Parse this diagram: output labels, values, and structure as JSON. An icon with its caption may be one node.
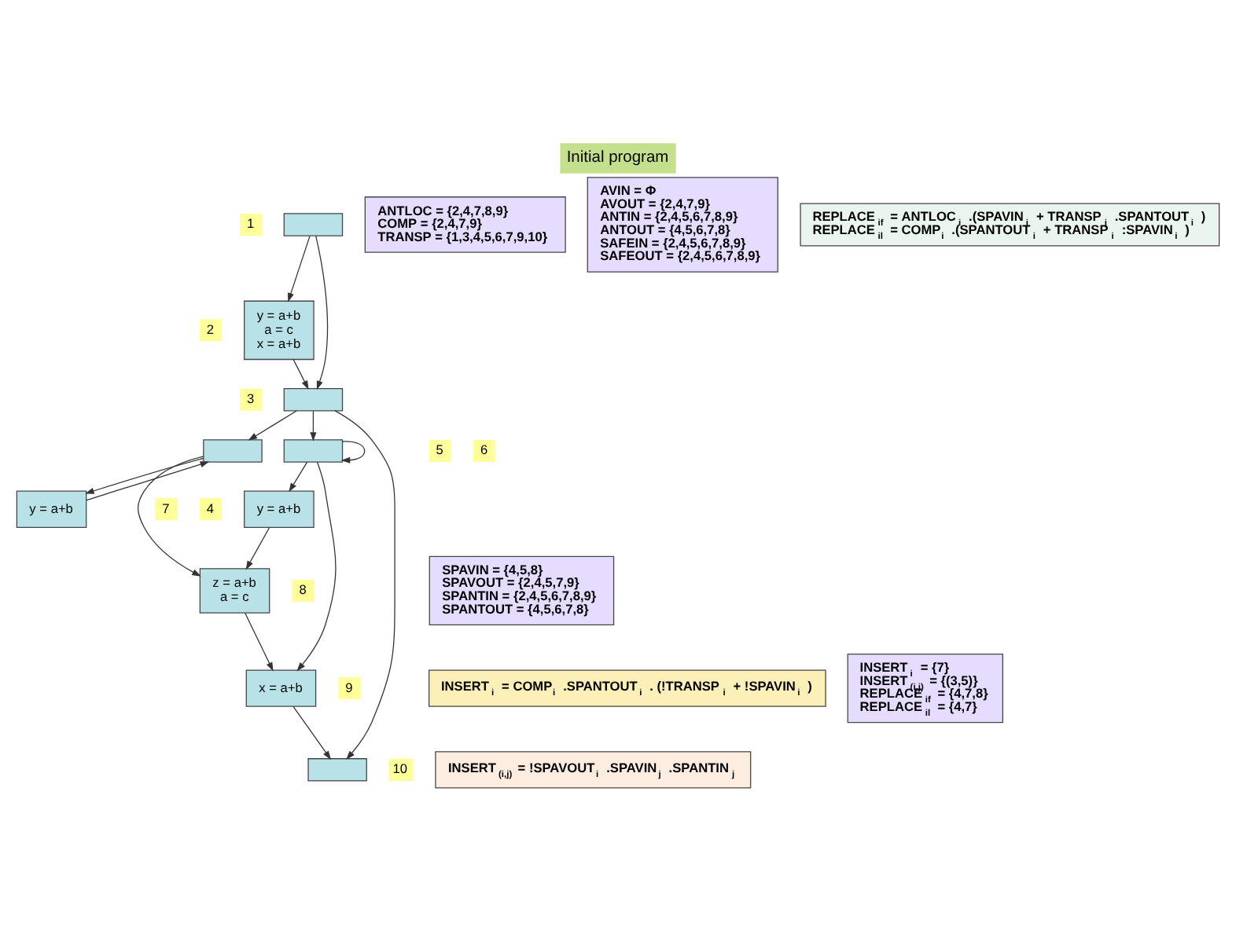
{
  "diagram": {
    "title": "Initial program",
    "nodes": [
      {
        "text": [],
        "shape": "box"
      },
      {
        "text": [
          "ANTLOC = {2,4,7,8,9}",
          "COMP = {2,4,7,9}",
          "TRANSP = {1,3,4,5,6,7,9,10}"
        ]
      },
      {
        "text": [
          "y = a+b",
          "a = c",
          "x = a+b"
        ]
      },
      {
        "text": [
          "AVIN = Φ",
          "AVOUT = {2,4,7,9}",
          "ANTIN = {2,4,5,6,7,8,9}",
          "ANTOUT = {4,5,6,7,8}",
          "SAFEIN = {2,4,5,6,7,8,9}",
          "SAFEOUT = {2,4,5,6,7,8,9}"
        ]
      },
      {
        "text": [
          "REPLACE$_{if}$ = ANTLOC$_{i}$ .(SPAVIN$_{i}$ + TRANSP$_{i}$ .SPANTOUT$_{i}$ )",
          "REPLACE$_{il}$ = COMP$_{i}$ .(SPANTOUT$_{i}$ + TRANSP$_{i}$ :SPAVIN$_{i}$ )"
        ]
      },
      {
        "text": [],
        "shape": "box"
      },
      {
        "text": [],
        "shape": "box"
      },
      {
        "text": [
          "y = a+b"
        ]
      },
      {
        "text": [],
        "shape": "box"
      },
      {
        "text": [
          "y = a+b"
        ]
      },
      {
        "text": [
          "SPAVIN = {4,5,8}",
          "SPAVOUT = {2,4,5,7,9}",
          "SPANTIN = {2,4,5,6,7,8,9}",
          "SPANTOUT = {4,5,6,7,8}"
        ]
      },
      {
        "text": [
          "z = a+b",
          "a = c"
        ]
      },
      {
        "text": [
          "INSERT$_{i}$ = COMP$_{i}$ .SPANTOUT$_{i}$ . (!TRANSP$_{i}$ + !SPAVIN$_{i}$ )"
        ]
      },
      {
        "text": [
          "x = a+b"
        ]
      },
      {
        "text": [
          "INSERT$_{i}$ = {7}",
          "INSERT$_{(i,j)}$ = {(3,5)}",
          "REPLACE$_{if}$ = {4,7,8}",
          "REPLACE$_{il}$ = {4,7}"
        ]
      },
      {
        "text": [
          "INSERT$_{(i,j)}$ = !SPAVOUT$_{i}$ .SPAVIN$_{j}$ .SPANTIN$_{j}$"
        ]
      },
      {
        "text": [],
        "shape": "box"
      }
    ],
    "edges": [
      {
        "from": 0,
        "to": 2,
        "arrow": "to"
      },
      {
        "from": 0,
        "to": 5,
        "arrow": "to"
      },
      {
        "from": 2,
        "to": 5,
        "arrow": "to"
      },
      {
        "from": 5,
        "to": 8,
        "arrow": "to"
      },
      {
        "from": 5,
        "to": 6,
        "arrow": "to"
      },
      {
        "from": 5,
        "to": 16,
        "arrow": "to"
      },
      {
        "from": 6,
        "to": 6,
        "arrow": "to"
      },
      {
        "from": 6,
        "to": 9,
        "arrow": "to"
      },
      {
        "from": 6,
        "to": 13,
        "arrow": "to"
      },
      {
        "from": 7,
        "to": 8,
        "arrow": "to"
      },
      {
        "from": 8,
        "to": 7,
        "arrow": "to"
      },
      {
        "from": 8,
        "to": 11,
        "arrow": "to"
      },
      {
        "from": 9,
        "to": 11,
        "arrow": "to"
      },
      {
        "from": 11,
        "to": 13,
        "arrow": "to"
      },
      {
        "from": 13,
        "to": 16,
        "arrow": "to"
      }
    ],
    "labels": [
      "1",
      "2",
      "3",
      "6",
      "4",
      "5",
      "7",
      "8",
      "9",
      "10"
    ]
  }
}
